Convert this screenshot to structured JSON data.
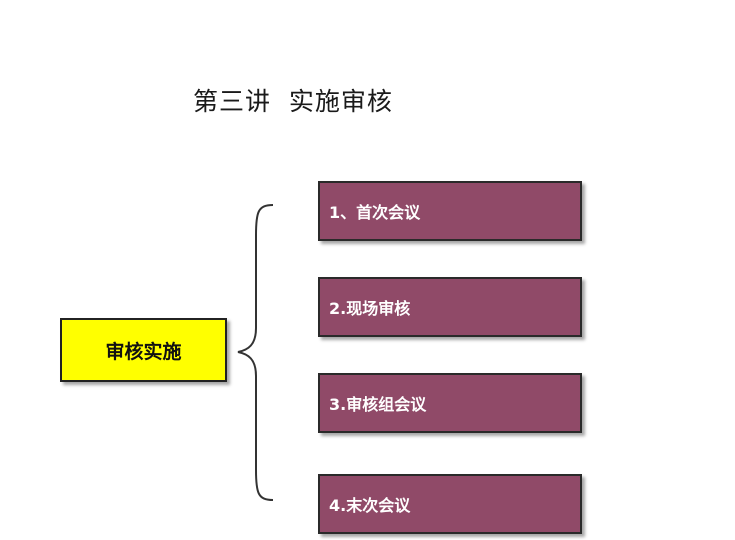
{
  "title": "第三讲  实施审核",
  "root": {
    "label": "审核实施",
    "color": "#ffff00"
  },
  "items": [
    {
      "label": "1、首次会议"
    },
    {
      "label": "2.现场审核"
    },
    {
      "label": "3.审核组会议"
    },
    {
      "label": "4.末次会议"
    }
  ],
  "colors": {
    "item_fill": "#904a68",
    "border": "#2a2a2a",
    "brace": "#333333"
  }
}
